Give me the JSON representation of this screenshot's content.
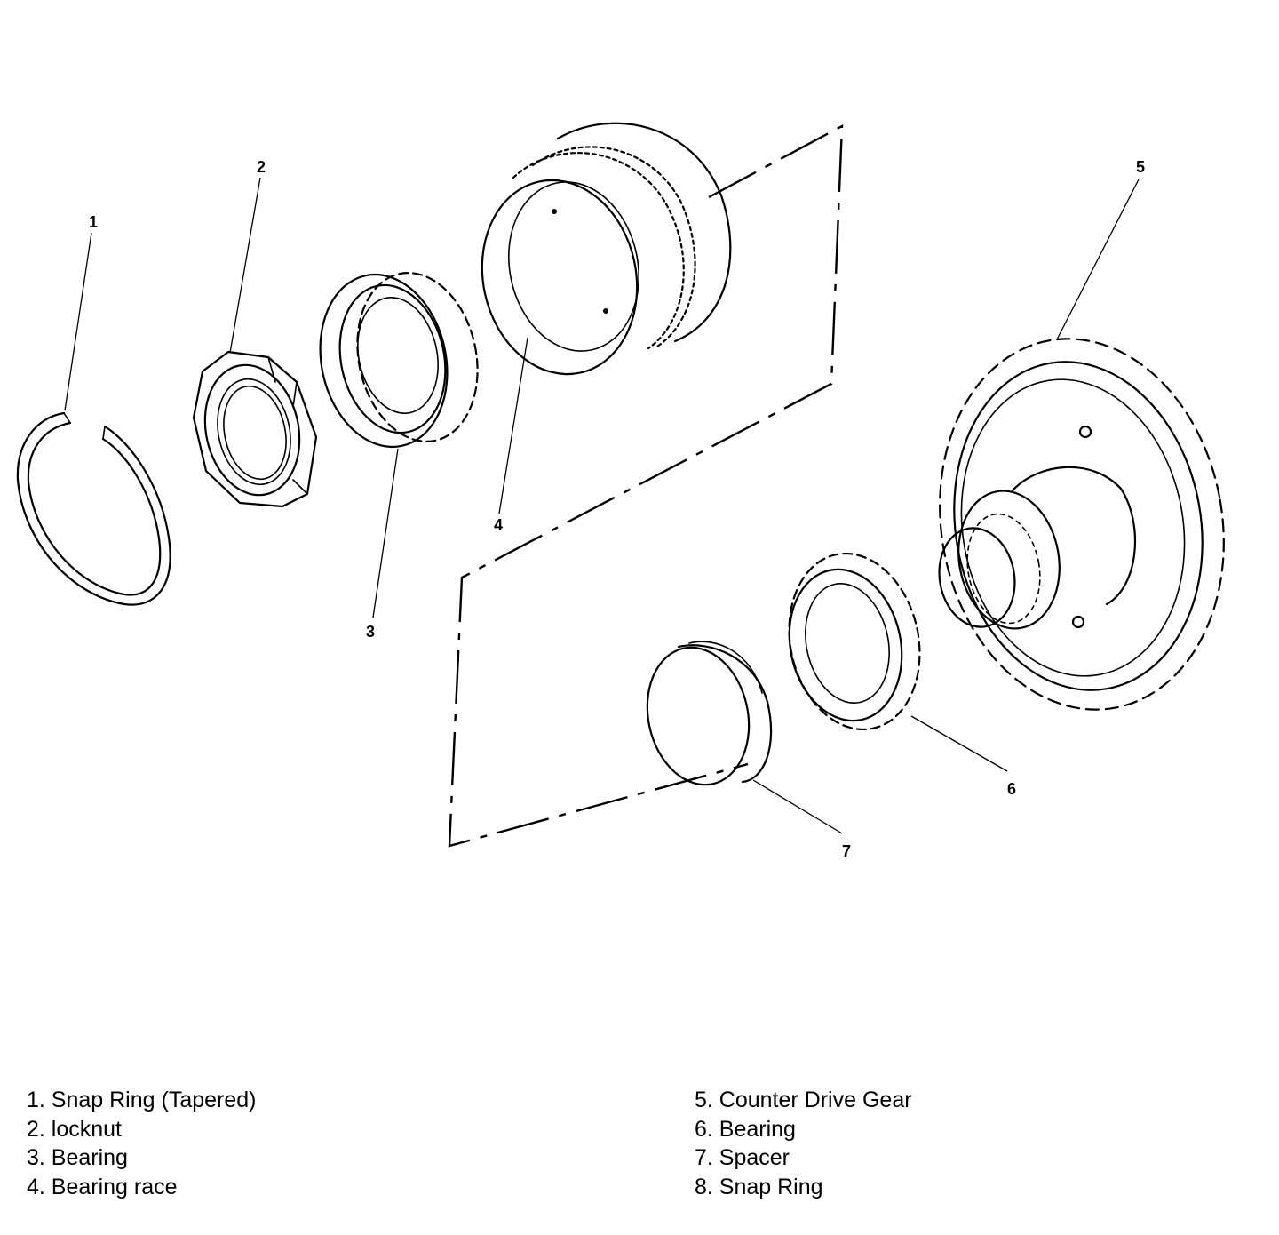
{
  "callouts": {
    "c1": "1",
    "c2": "2",
    "c3": "3",
    "c4": "4",
    "c5": "5",
    "c6": "6",
    "c7": "7"
  },
  "legend": {
    "left": [
      "1. Snap Ring (Tapered)",
      "2. locknut",
      "3. Bearing",
      "4. Bearing race"
    ],
    "right": [
      "5. Counter Drive Gear",
      "6. Bearing",
      "7. Spacer",
      "8. Snap Ring"
    ]
  }
}
